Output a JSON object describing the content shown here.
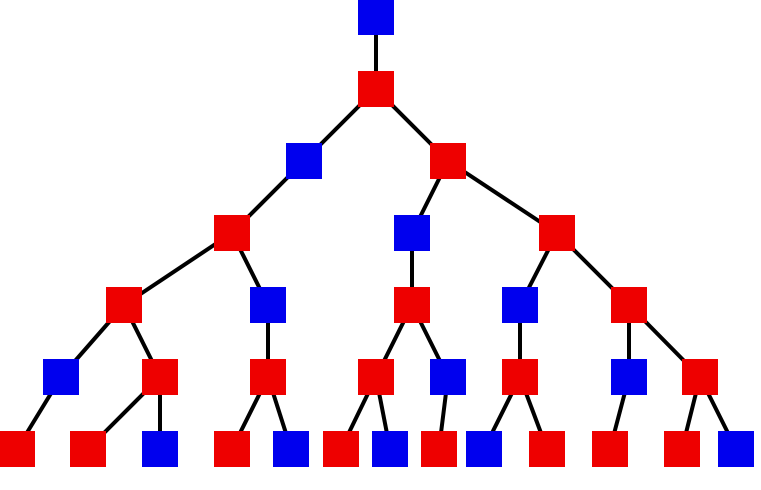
{
  "colors": {
    "red": "#ee0000",
    "blue": "#0000ee",
    "edge": "#000000"
  },
  "tree": {
    "nodes": [
      {
        "id": "n0",
        "color": "blue",
        "parent": null
      },
      {
        "id": "n1",
        "color": "red",
        "parent": "n0"
      },
      {
        "id": "n2",
        "color": "blue",
        "parent": "n1"
      },
      {
        "id": "n3",
        "color": "red",
        "parent": "n1"
      },
      {
        "id": "n4",
        "color": "red",
        "parent": "n2"
      },
      {
        "id": "n5",
        "color": "blue",
        "parent": "n3"
      },
      {
        "id": "n6",
        "color": "red",
        "parent": "n3"
      },
      {
        "id": "n7",
        "color": "red",
        "parent": "n4"
      },
      {
        "id": "n8",
        "color": "blue",
        "parent": "n4"
      },
      {
        "id": "n9",
        "color": "red",
        "parent": "n5"
      },
      {
        "id": "n10",
        "color": "blue",
        "parent": "n6"
      },
      {
        "id": "n11",
        "color": "red",
        "parent": "n6"
      },
      {
        "id": "n12",
        "color": "blue",
        "parent": "n7"
      },
      {
        "id": "n13",
        "color": "red",
        "parent": "n7"
      },
      {
        "id": "n14",
        "color": "red",
        "parent": "n8"
      },
      {
        "id": "n15",
        "color": "red",
        "parent": "n9"
      },
      {
        "id": "n16",
        "color": "blue",
        "parent": "n9"
      },
      {
        "id": "n17",
        "color": "red",
        "parent": "n10"
      },
      {
        "id": "n18",
        "color": "blue",
        "parent": "n11"
      },
      {
        "id": "n19",
        "color": "red",
        "parent": "n11"
      },
      {
        "id": "n20",
        "color": "red",
        "parent": "n12"
      },
      {
        "id": "n21",
        "color": "red",
        "parent": "n13"
      },
      {
        "id": "n22",
        "color": "blue",
        "parent": "n13"
      },
      {
        "id": "n23",
        "color": "red",
        "parent": "n14"
      },
      {
        "id": "n24",
        "color": "blue",
        "parent": "n14"
      },
      {
        "id": "n25",
        "color": "red",
        "parent": "n15"
      },
      {
        "id": "n26",
        "color": "blue",
        "parent": "n15"
      },
      {
        "id": "n27",
        "color": "red",
        "parent": "n16"
      },
      {
        "id": "n28",
        "color": "blue",
        "parent": "n17"
      },
      {
        "id": "n29",
        "color": "red",
        "parent": "n17"
      },
      {
        "id": "n30",
        "color": "red",
        "parent": "n18"
      },
      {
        "id": "n31",
        "color": "red",
        "parent": "n19"
      },
      {
        "id": "n32",
        "color": "blue",
        "parent": "n19"
      }
    ]
  }
}
